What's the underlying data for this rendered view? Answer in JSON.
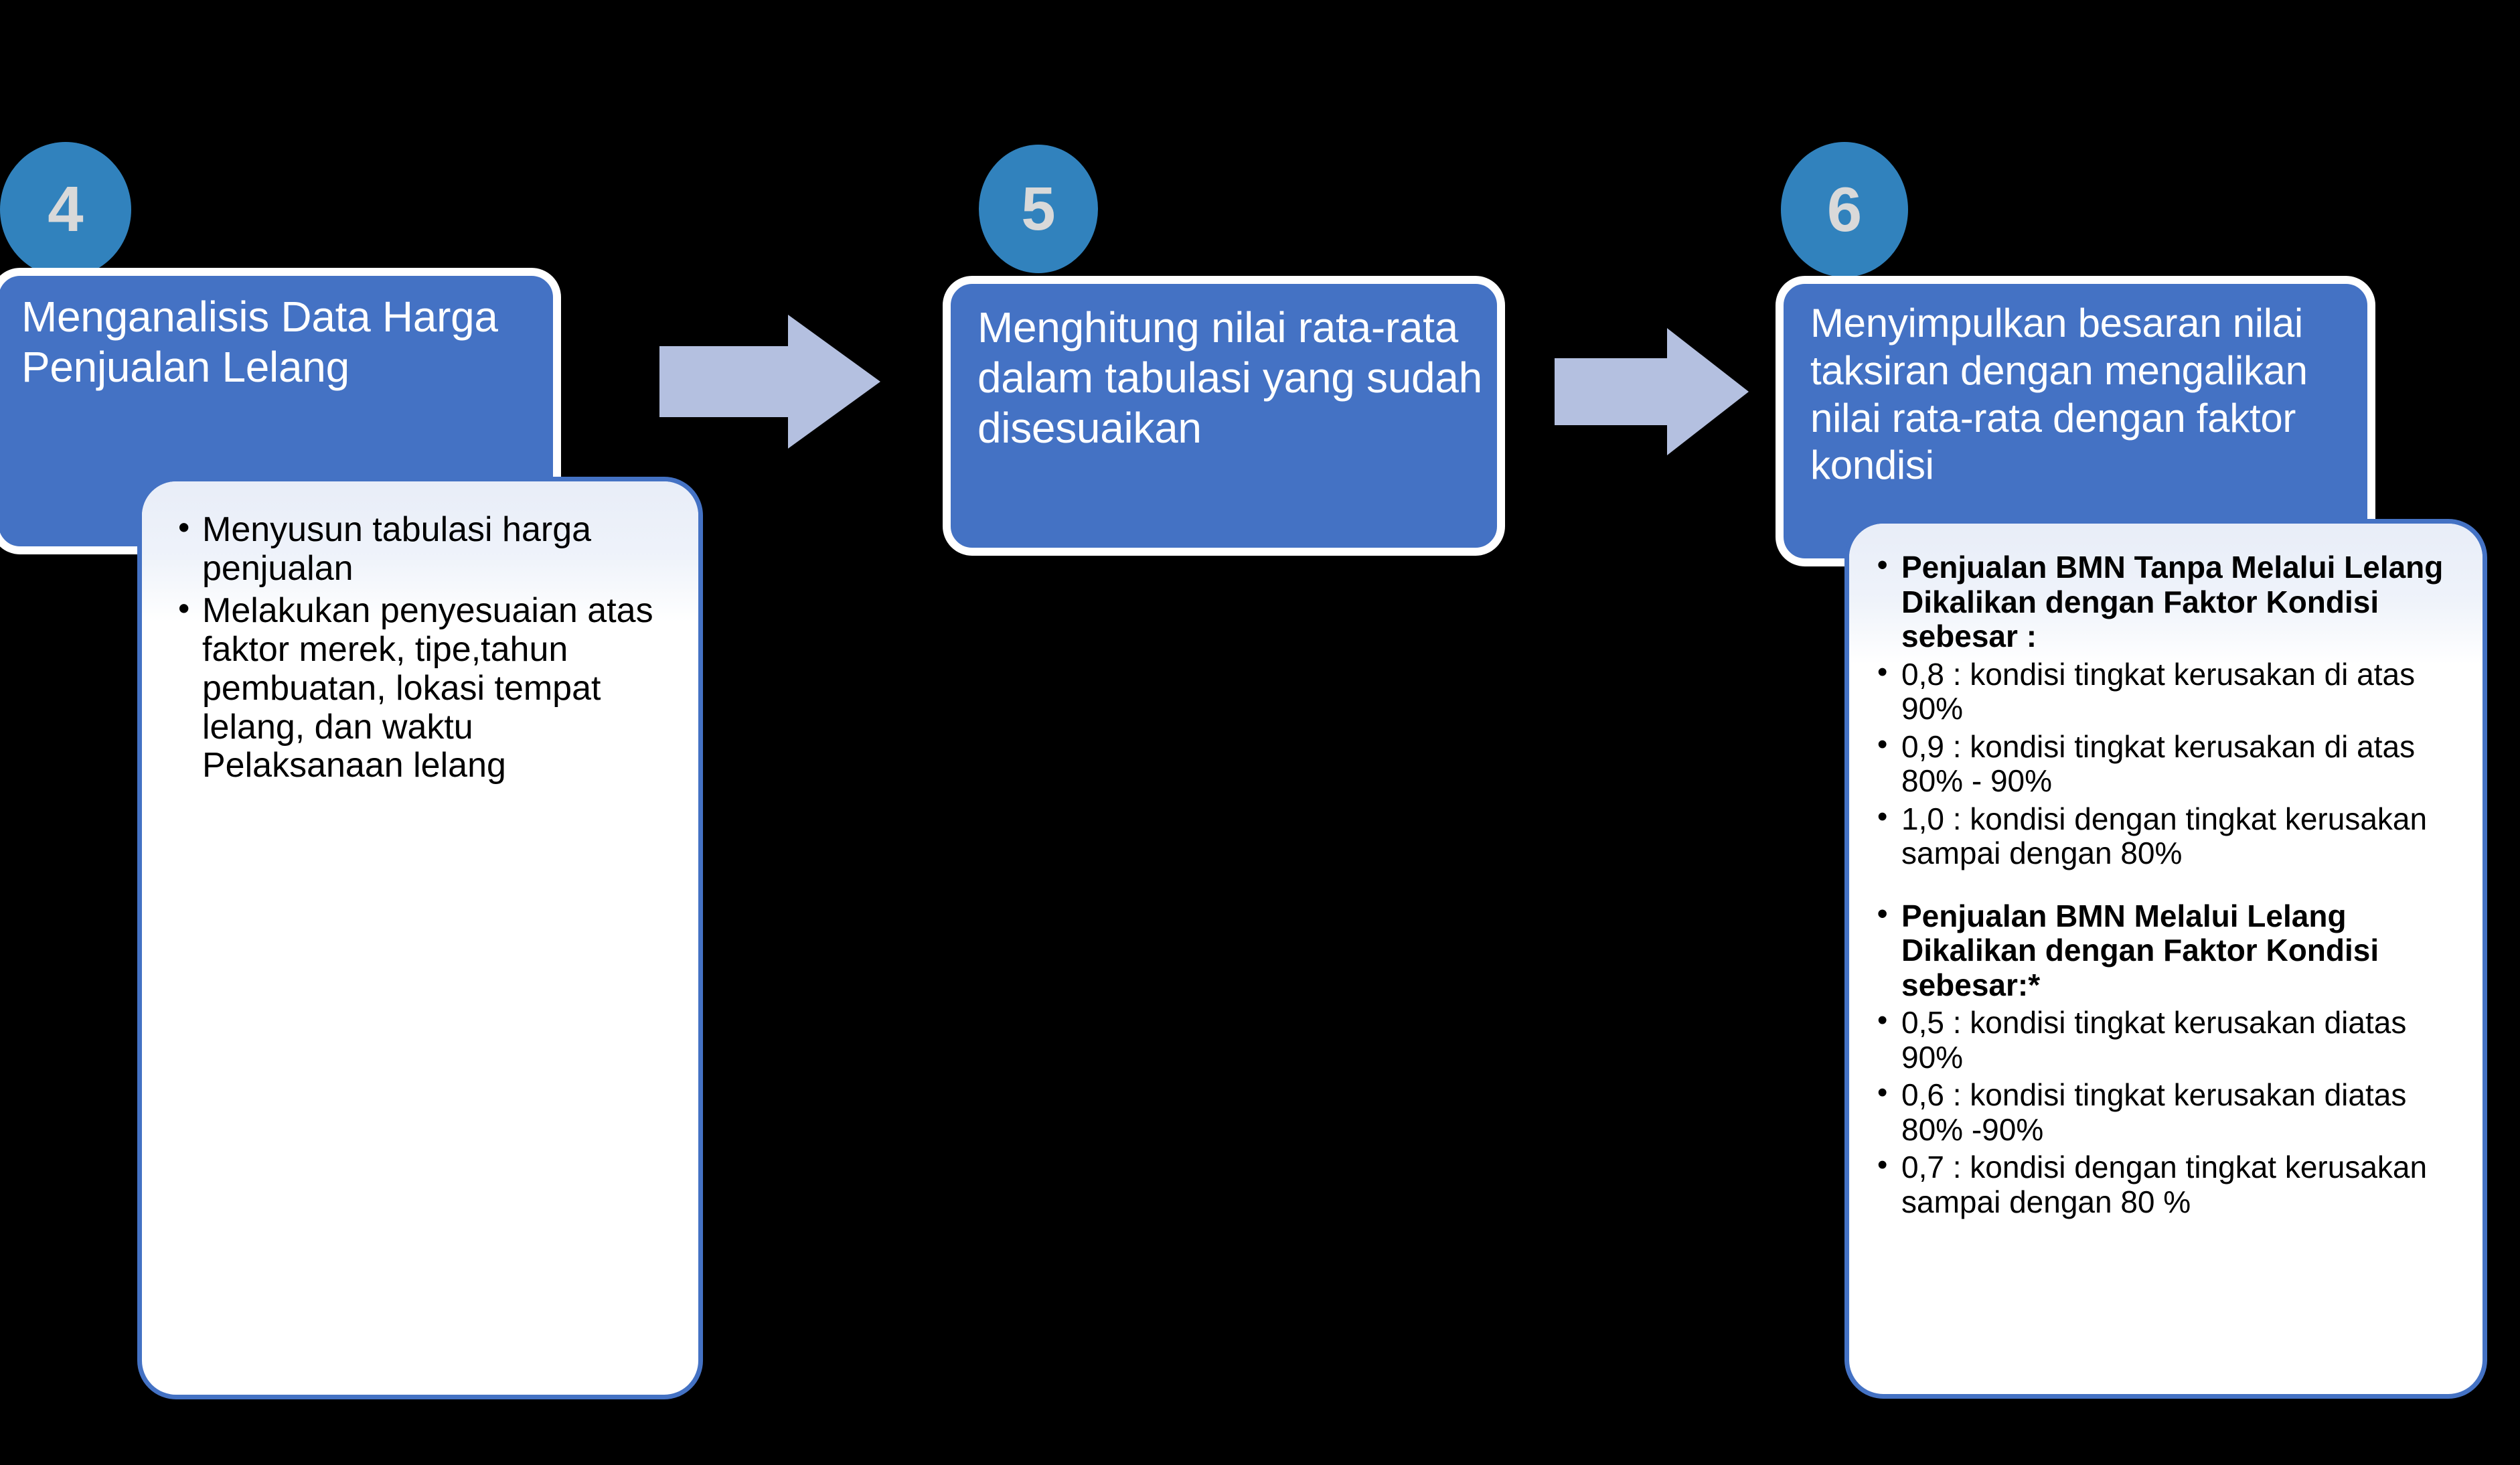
{
  "theme": {
    "background": "#000000",
    "badge_fill": "#3182BD",
    "badge_text": "#D9D9D9",
    "step_box_fill": "#4472C4",
    "step_box_border": "#FFFFFF",
    "callout_fill": "#FFFFFF",
    "callout_border": "#4472C4",
    "callout_header_tint": "#E8EDF8",
    "arrow_fill": "#B4C0E0",
    "body_text": "#000000",
    "step_text": "#FFFFFF"
  },
  "steps": [
    {
      "number": "4",
      "title": "Menganalisis Data Harga Penjualan Lelang"
    },
    {
      "number": "5",
      "title": "Menghitung nilai rata-rata dalam tabulasi yang sudah disesuaikan"
    },
    {
      "number": "6",
      "title": "Menyimpulkan besaran nilai taksiran  dengan mengalikan  nilai rata-rata dengan faktor kondisi"
    }
  ],
  "callouts": {
    "step4": {
      "bullets": [
        {
          "text": "Menyusun tabulasi harga penjualan",
          "bold": false,
          "gap": false
        },
        {
          "text": "Melakukan penyesuaian atas faktor merek, tipe,tahun pembuatan, lokasi tempat lelang, dan waktu Pelaksanaan lelang",
          "bold": false,
          "gap": false
        }
      ]
    },
    "step6": {
      "bullets": [
        {
          "text": "Penjualan BMN Tanpa Melalui Lelang Dikalikan  dengan Faktor Kondisi sebesar :",
          "bold": true,
          "gap": false
        },
        {
          "text": "0,8 : kondisi tingkat kerusakan  di atas 90%",
          "bold": false,
          "gap": false
        },
        {
          "text": "0,9 : kondisi tingkat kerusakan  di atas 80% - 90%",
          "bold": false,
          "gap": false
        },
        {
          "text": "1,0 : kondisi dengan tingkat kerusakan sampai dengan  80%",
          "bold": false,
          "gap": false
        },
        {
          "text": "Penjualan BMN Melalui Lelang Dikalikan  dengan Faktor Kondisi sebesar:*",
          "bold": true,
          "gap": true
        },
        {
          "text": "0,5 : kondisi tingkat kerusakan diatas 90%",
          "bold": false,
          "gap": false
        },
        {
          "text": "0,6 : kondisi tingkat kerusakan diatas 80% -90%",
          "bold": false,
          "gap": false
        },
        {
          "text": "0,7 : kondisi dengan tingkat kerusakan  sampai dengan 80 %",
          "bold": false,
          "gap": false
        }
      ]
    }
  },
  "arrows": [
    {
      "name": "arrow-step4-to-step5",
      "direction": "right"
    },
    {
      "name": "arrow-step5-to-step6",
      "direction": "right"
    }
  ]
}
